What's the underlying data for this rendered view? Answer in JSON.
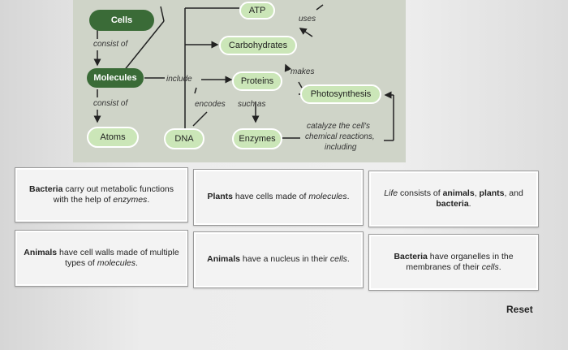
{
  "map": {
    "nodes": {
      "cells": "Cells",
      "molecules": "Molecules",
      "atoms": "Atoms",
      "dna": "DNA",
      "atp": "ATP",
      "carbohydrates": "Carbohydrates",
      "proteins": "Proteins",
      "enzymes": "Enzymes",
      "photosynthesis": "Photosynthesis"
    },
    "labels": {
      "consist_of_1": "consist of",
      "consist_of_2": "consist of",
      "include": "include",
      "uses": "uses",
      "makes": "makes",
      "encodes": "encodes",
      "such_as": "such as",
      "catalyze_1": "catalyze the cell's",
      "catalyze_2": "chemical reactions,",
      "catalyze_3": "including"
    }
  },
  "cards": [
    {
      "segments": [
        {
          "t": "Bacteria",
          "s": "b"
        },
        {
          "t": " carry out metabolic functions with the help of ",
          "s": ""
        },
        {
          "t": "enzymes",
          "s": "i"
        },
        {
          "t": ".",
          "s": ""
        }
      ]
    },
    {
      "segments": [
        {
          "t": "Plants",
          "s": "b"
        },
        {
          "t": " have cells made of ",
          "s": ""
        },
        {
          "t": "molecules",
          "s": "i"
        },
        {
          "t": ".",
          "s": ""
        }
      ]
    },
    {
      "segments": [
        {
          "t": "Life",
          "s": "i"
        },
        {
          "t": " consists of ",
          "s": ""
        },
        {
          "t": "animals",
          "s": "b"
        },
        {
          "t": ", ",
          "s": ""
        },
        {
          "t": "plants",
          "s": "b"
        },
        {
          "t": ", and ",
          "s": ""
        },
        {
          "t": "bacteria",
          "s": "b"
        },
        {
          "t": ".",
          "s": ""
        }
      ]
    },
    {
      "segments": [
        {
          "t": "Animals",
          "s": "b"
        },
        {
          "t": " have cell walls made of multiple types of ",
          "s": ""
        },
        {
          "t": "molecules",
          "s": "i"
        },
        {
          "t": ".",
          "s": ""
        }
      ]
    },
    {
      "segments": [
        {
          "t": "Animals",
          "s": "b"
        },
        {
          "t": " have a nucleus in their ",
          "s": ""
        },
        {
          "t": "cells",
          "s": "i"
        },
        {
          "t": ".",
          "s": ""
        }
      ]
    },
    {
      "segments": [
        {
          "t": "Bacteria",
          "s": "b"
        },
        {
          "t": " have organelles in the membranes of their ",
          "s": ""
        },
        {
          "t": "cells",
          "s": "i"
        },
        {
          "t": ".",
          "s": ""
        }
      ]
    }
  ],
  "reset_label": "Reset"
}
